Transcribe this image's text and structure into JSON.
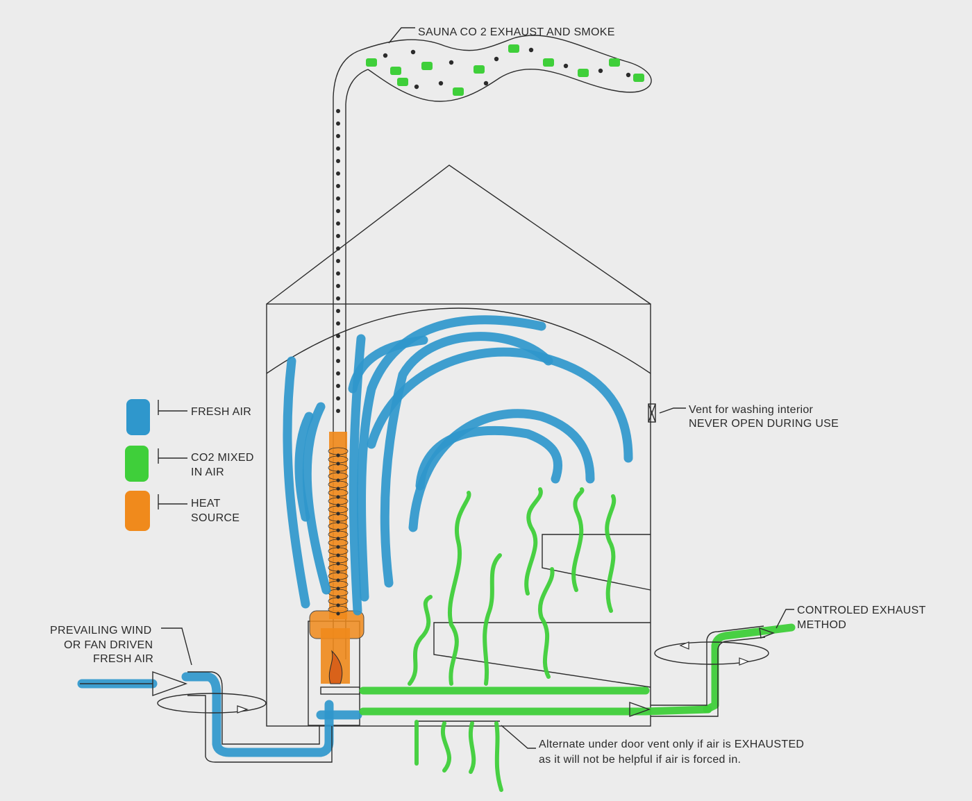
{
  "labels": {
    "exhaust_smoke": "SAUNA CO 2 EXHAUST AND SMOKE",
    "wind_line1": "PREVAILING WIND",
    "wind_line2": "OR FAN DRIVEN",
    "wind_line3": "FRESH AIR",
    "vent_line1": "Vent for washing interior",
    "vent_line2": "NEVER OPEN DURING USE",
    "controlled_line1": "CONTROLED EXHAUST",
    "controlled_line2": "METHOD",
    "underdoor_line1": "Alternate under door vent only if air is EXHAUSTED",
    "underdoor_line2": "as it will not be helpful if air is forced in."
  },
  "legend": [
    {
      "line1": "FRESH AIR",
      "line2": "",
      "color": "#2f97cc"
    },
    {
      "line1": "CO2 MIXED",
      "line2": "IN AIR",
      "color": "#3fcf3a"
    },
    {
      "line1": "HEAT",
      "line2": "SOURCE",
      "color": "#f08a1c"
    }
  ],
  "colors": {
    "fresh_air": "#2f97cc",
    "co2": "#3fcf3a",
    "heat": "#f08a1c",
    "ink": "#2b2b2b",
    "paper": "#ececec"
  }
}
